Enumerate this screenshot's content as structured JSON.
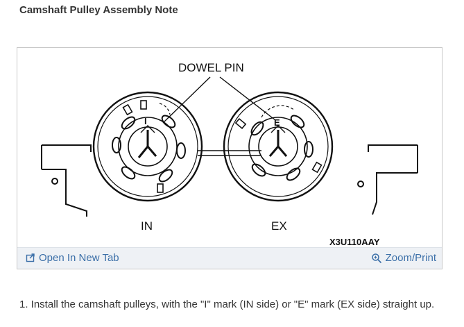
{
  "page": {
    "title": "Camshaft Pulley Assembly Note"
  },
  "figure": {
    "callout_label": "DOWEL PIN",
    "left_label": "IN",
    "right_label": "EX",
    "left_mark": "I",
    "right_mark": "E",
    "figure_code": "X3U110AAY"
  },
  "toolbar": {
    "open_tab_label": "Open In New Tab",
    "open_tab_icon": "open-new-tab-icon",
    "zoom_label": "Zoom/Print",
    "zoom_icon": "magnifier-icon"
  },
  "instructions": {
    "step1": "1. Install the camshaft pulleys, with the \"I\" mark (IN side) or \"E\" mark (EX side) straight up."
  }
}
